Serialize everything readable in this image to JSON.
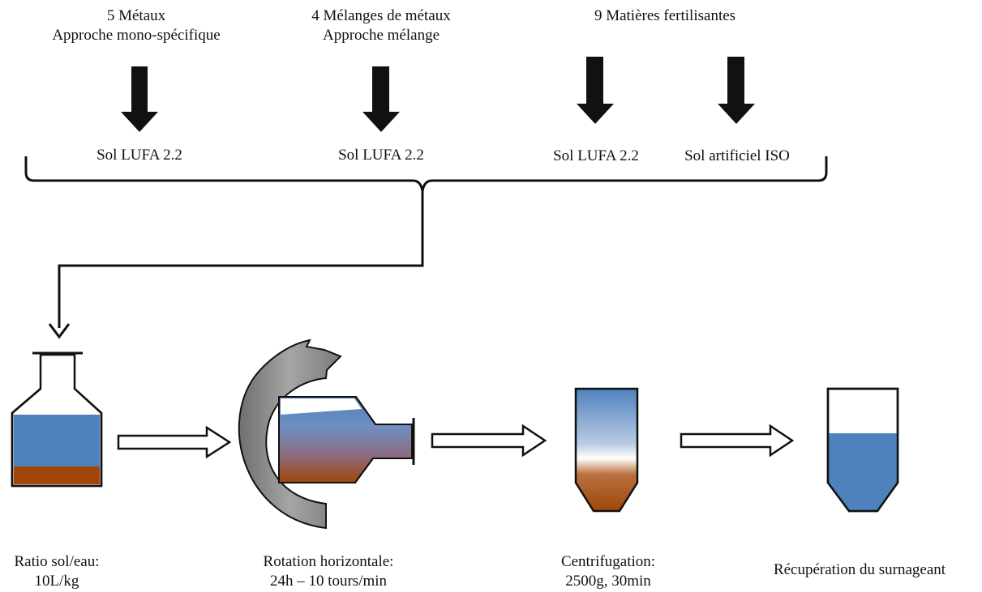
{
  "inputs": [
    {
      "line1": "5 Métaux",
      "line2": "Approche mono-spécifique"
    },
    {
      "line1": "4 Mélanges de métaux",
      "line2": "Approche mélange"
    },
    {
      "line1": "9 Matières fertilisantes",
      "line2": ""
    }
  ],
  "soils": [
    "Sol LUFA 2.2",
    "Sol LUFA 2.2",
    "Sol LUFA 2.2",
    "Sol artificiel ISO"
  ],
  "steps": [
    {
      "line1": "Ratio sol/eau:",
      "line2": "10L/kg"
    },
    {
      "line1": "Rotation horizontale:",
      "line2": "24h – 10 tours/min"
    },
    {
      "line1": "Centrifugation:",
      "line2": "2500g, 30min"
    },
    {
      "line1": "Récupération du surnageant",
      "line2": ""
    }
  ],
  "colors": {
    "water_blue": "#4f81bd",
    "soil_brown": "#a0460a",
    "rotation_arrow_gray": "#8c8c8c",
    "outline": "#111111"
  }
}
